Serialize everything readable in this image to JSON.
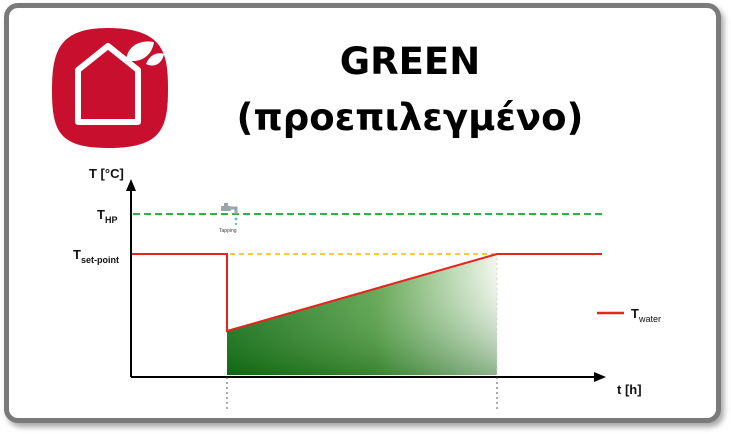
{
  "title_line1": "GREEN",
  "title_line2": "(προεπιλεγμένο)",
  "brand_color": "#c8102e",
  "icon": "home-leaf-icon",
  "tap_icon": "water-tap-icon",
  "diagram": {
    "y_axis_label": "T [°C]",
    "x_axis_label": "t [h]",
    "y_ticks": [
      {
        "main": "T",
        "sub": "HP"
      },
      {
        "main": "T",
        "sub": "set-point"
      }
    ],
    "event_label": "Tapping",
    "legend": {
      "main": "T",
      "sub": "water",
      "color": "#e8231f"
    },
    "line_colors": {
      "hp_limit": "#2bb24a",
      "setpoint_ref": "#f5b800",
      "water_temp": "#e8231f",
      "fill_dark": "#0f6e12",
      "fill_light": "#f2f7ee"
    }
  }
}
